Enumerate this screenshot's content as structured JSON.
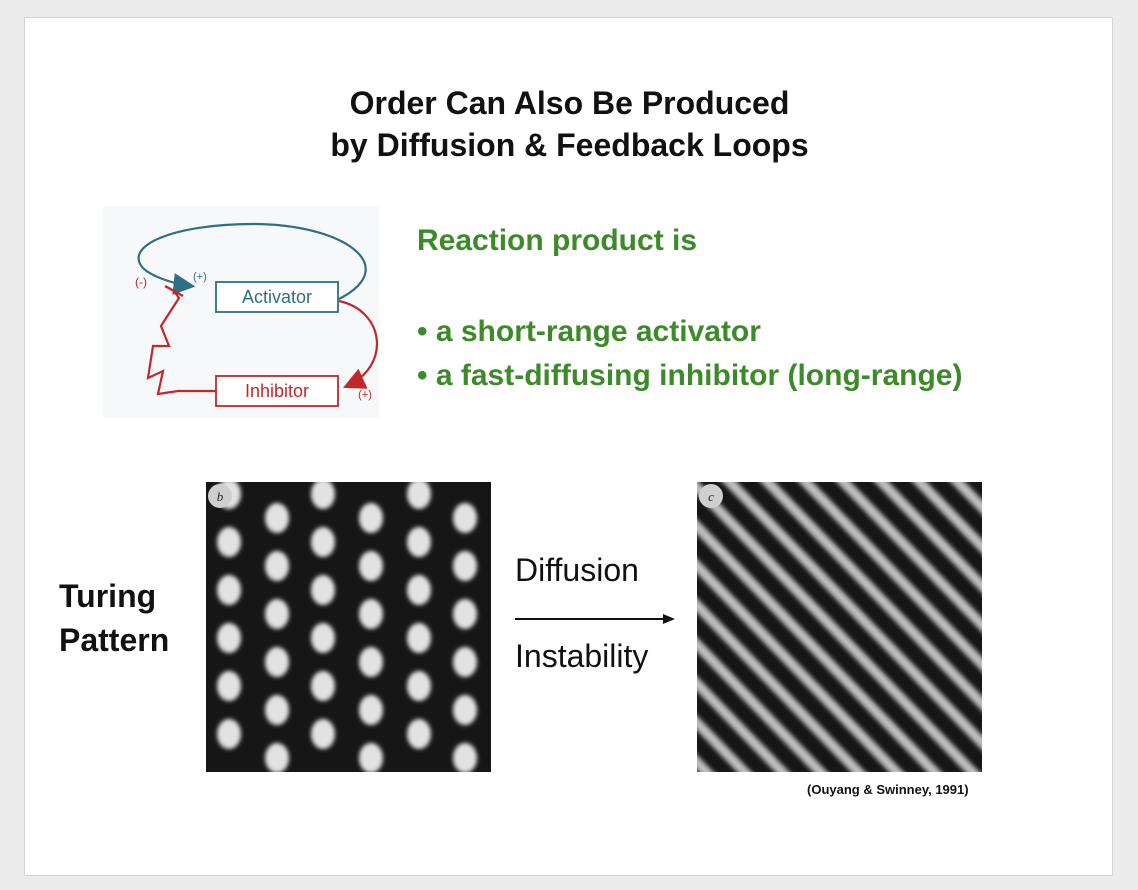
{
  "slide": {
    "title_line1": "Order Can Also Be Produced",
    "title_line2": "by Diffusion & Feedback Loops"
  },
  "diagram": {
    "activator_label": "Activator",
    "inhibitor_label": "Inhibitor",
    "sign_positive_top": "(+)",
    "sign_negative": "(-)",
    "sign_positive_right": "(+)",
    "colors": {
      "activation": "#2e6f86",
      "inhibition": "#c0282c"
    }
  },
  "reaction": {
    "heading": "Reaction product is",
    "bullets": [
      "• a short-range activator",
      "• a fast-diffusing inhibitor (long-range)"
    ],
    "color": "#3d8a2a"
  },
  "turing": {
    "label_line1": "Turing",
    "label_line2": "Pattern"
  },
  "figure_b": {
    "panel_letter": "b"
  },
  "figure_c": {
    "panel_letter": "c"
  },
  "transition": {
    "top_label": "Diffusion",
    "bottom_label": "Instability",
    "icon": "right-arrow-icon"
  },
  "citation": "(Ouyang & Swinney, 1991)"
}
